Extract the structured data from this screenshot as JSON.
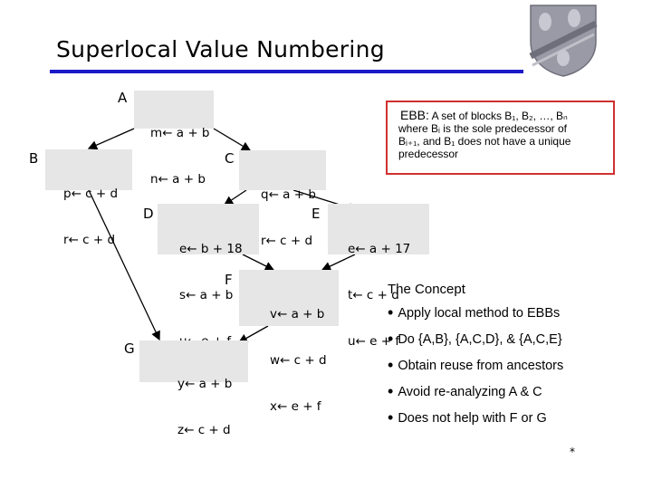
{
  "title": "Superlocal Value Numbering",
  "blocks": {
    "A": {
      "label": "A",
      "lines": [
        "m← a + b",
        "n← a + b"
      ]
    },
    "B": {
      "label": "B",
      "lines": [
        "p← c + d",
        "r← c + d"
      ]
    },
    "C": {
      "label": "C",
      "lines": [
        "q← a + b",
        "r← c + d"
      ]
    },
    "D": {
      "label": "D",
      "lines": [
        "e← b + 18",
        "s← a + b",
        "u← e + f"
      ]
    },
    "E": {
      "label": "E",
      "lines": [
        "e← a + 17",
        "t← c + d",
        "u← e + f"
      ]
    },
    "F": {
      "label": "F",
      "lines": [
        "v← a + b",
        "w← c + d",
        "x← e + f"
      ]
    },
    "G": {
      "label": "G",
      "lines": [
        "y← a + b",
        "z← c + d"
      ]
    }
  },
  "ebb": {
    "heading": "EBB:",
    "line1": "A set of blocks B₁, B₂, …, Bₙ",
    "line2": "where Bᵢ is the sole predecessor of",
    "line3": "Bᵢ₊₁, and B₁ does not have a  unique",
    "line4": "predecessor",
    "border_color": "#d03030"
  },
  "concept": {
    "heading": "The Concept",
    "bullets": [
      "Apply local method to EBBs",
      "Do {A,B}, {A,C,D}, & {A,C,E}",
      "Obtain reuse from ancestors",
      "Avoid re-analyzing A & C",
      "Does not help with F or G"
    ]
  },
  "footnote": "*",
  "colors": {
    "accent_rule": "#1a1ac8",
    "block_fill": "#e6e6e6"
  }
}
